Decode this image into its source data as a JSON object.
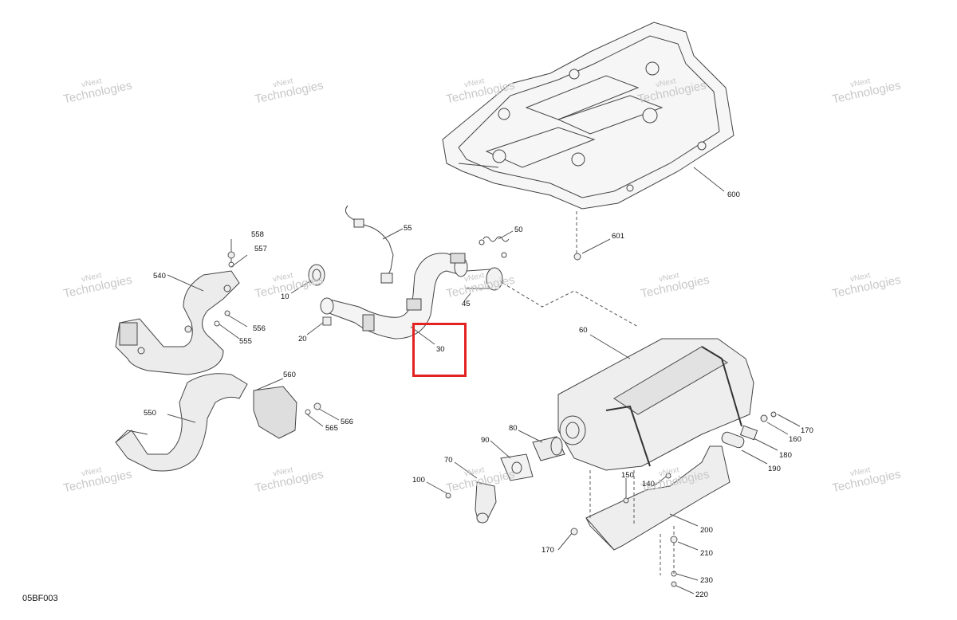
{
  "diagram": {
    "code": "05BF003",
    "highlighted_part": "30",
    "highlight_color": "#e32222",
    "watermark": {
      "line1": "vNext",
      "line2": "Technologies",
      "combined": "vNext Technologies"
    },
    "callouts": {
      "c10": "10",
      "c20": "20",
      "c30": "30",
      "c45": "45",
      "c50": "50",
      "c55": "55",
      "c60": "60",
      "c70": "70",
      "c80": "80",
      "c90": "90",
      "c100": "100",
      "c140": "140",
      "c150": "150",
      "c160": "160",
      "c170a": "170",
      "c170b": "170",
      "c180": "180",
      "c190": "190",
      "c200": "200",
      "c210": "210",
      "c220": "220",
      "c230": "230",
      "c540": "540",
      "c550": "550",
      "c555": "555",
      "c556": "556",
      "c557": "557",
      "c558": "558",
      "c560": "560",
      "c565": "565",
      "c566": "566",
      "c600": "600",
      "c601": "601"
    }
  }
}
